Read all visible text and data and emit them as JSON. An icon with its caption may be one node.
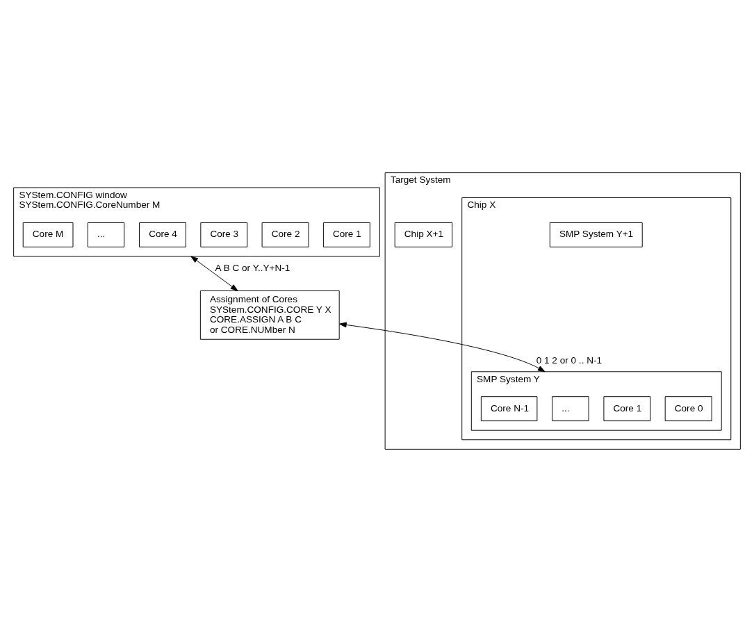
{
  "diagram": {
    "nodes": [
      {
        "text": [
          "SYStem.CONFIG window",
          "SYStem.CONFIG.CoreNumber M"
        ]
      },
      {
        "text": [
          "Core 1"
        ],
        "in": 0
      },
      {
        "text": [
          "Core 2"
        ],
        "in": 0
      },
      {
        "text": [
          "Core 3"
        ],
        "in": 0
      },
      {
        "text": [
          "Core 4"
        ],
        "in": 0
      },
      {
        "text": [
          "..."
        ],
        "in": 0
      },
      {
        "text": [
          "Core M"
        ],
        "in": 0
      },
      {
        "text": [
          "Assignment of Cores",
          "SYStem.CONFIG.CORE Y X",
          "CORE.ASSIGN A B C",
          "or CORE.NUMber N"
        ]
      },
      {
        "text": [
          "Target System"
        ]
      },
      {
        "text": [
          "Chip X"
        ],
        "in": 8
      },
      {
        "text": [
          "SMP System Y"
        ],
        "in": 9
      },
      {
        "text": [
          "Core 0"
        ],
        "in": 10
      },
      {
        "text": [
          "Core 1"
        ],
        "in": 10
      },
      {
        "text": [
          "..."
        ],
        "in": 10
      },
      {
        "text": [
          "Core N-1"
        ],
        "in": 10
      },
      {
        "text": [
          "SMP System Y+1"
        ],
        "in": 9
      },
      {
        "text": [
          "Chip X+1"
        ],
        "in": 8
      }
    ],
    "edges": [
      {
        "from": 0,
        "to": 7,
        "arrow": "both",
        "label": "A B C or Y..Y+N-1"
      },
      {
        "from": 7,
        "to": 10,
        "arrow": "both",
        "label": "0 1 2 or 0 .. N-1"
      }
    ]
  }
}
